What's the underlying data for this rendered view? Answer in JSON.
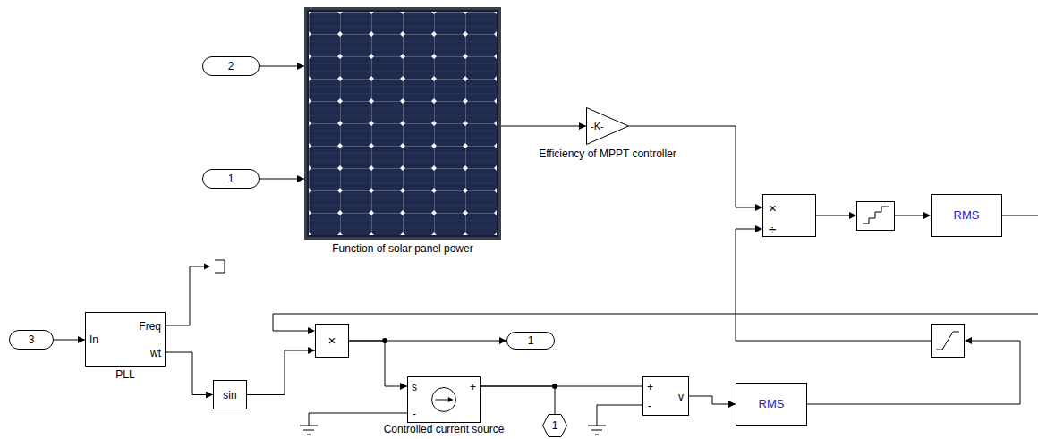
{
  "diagram": {
    "nodes": [
      {
        "text": [
          "2"
        ]
      },
      {
        "text": [
          "1"
        ]
      },
      {
        "text": [
          "Function of solar panel power"
        ]
      },
      {
        "text": [
          "-K-",
          "Efficiency of MPPT controller"
        ]
      },
      {
        "text": [
          "×",
          "÷"
        ]
      },
      {
        "text": [
          "RMS"
        ]
      },
      {
        "text": [
          "3"
        ]
      },
      {
        "text": [
          "In",
          "Freq",
          "wt",
          "PLL"
        ]
      },
      {
        "text": [
          "sin"
        ]
      },
      {
        "text": [
          "×"
        ]
      },
      {
        "text": [
          "1"
        ]
      },
      {
        "text": [
          "s",
          "-",
          "+",
          "Controlled current source"
        ]
      },
      {
        "text": [
          "+",
          "-",
          "v"
        ]
      },
      {
        "text": [
          "1"
        ]
      },
      {
        "text": [
          "RMS"
        ]
      }
    ],
    "edges": [
      {
        "from": 0,
        "to": 2,
        "arrow": "to"
      },
      {
        "from": 1,
        "to": 2,
        "arrow": "to"
      },
      {
        "from": 2,
        "to": 3,
        "arrow": "to"
      },
      {
        "from": 3,
        "to": 4,
        "arrow": "to"
      },
      {
        "from": 6,
        "to": 7,
        "arrow": "to"
      },
      {
        "from": 7,
        "to": 8,
        "arrow": "to"
      },
      {
        "from": 8,
        "to": 9,
        "arrow": "to"
      },
      {
        "from": 9,
        "to": 10,
        "arrow": "to"
      },
      {
        "from": 9,
        "to": 11,
        "arrow": "to"
      },
      {
        "from": 11,
        "to": 13,
        "arrow": "none"
      },
      {
        "from": 11,
        "to": 12,
        "arrow": "none"
      },
      {
        "from": 12,
        "to": 14,
        "arrow": "to"
      }
    ]
  }
}
